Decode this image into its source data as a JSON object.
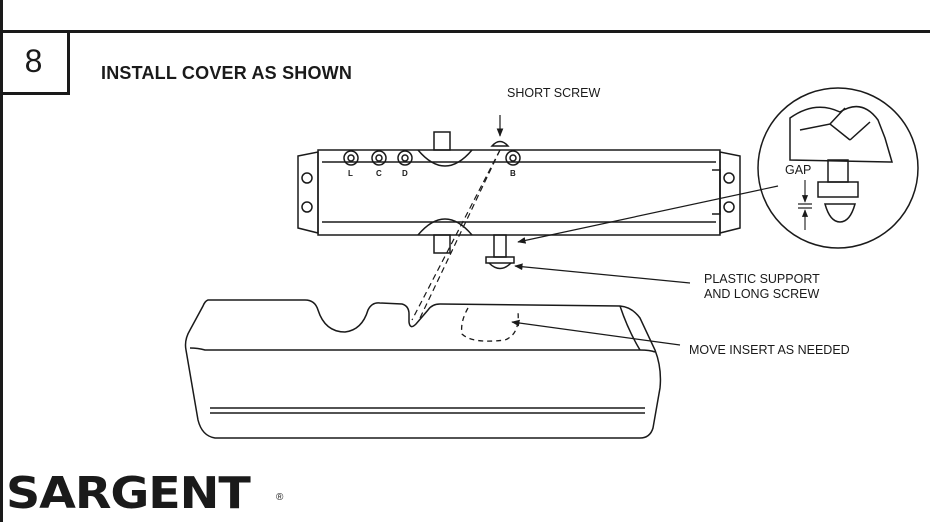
{
  "step": {
    "number": "8",
    "title": "INSTALL COVER AS SHOWN"
  },
  "callouts": {
    "short_screw": "SHORT SCREW",
    "gap": "GAP",
    "plastic_support_line1": "PLASTIC SUPPORT",
    "plastic_support_line2": "AND LONG SCREW",
    "move_insert": "MOVE INSERT AS NEEDED"
  },
  "valve_letters": [
    "L",
    "C",
    "D",
    "B"
  ],
  "brand": {
    "name": "SARGENT",
    "mark": "®"
  },
  "colors": {
    "ink": "#1a1a1a",
    "background": "#ffffff"
  }
}
